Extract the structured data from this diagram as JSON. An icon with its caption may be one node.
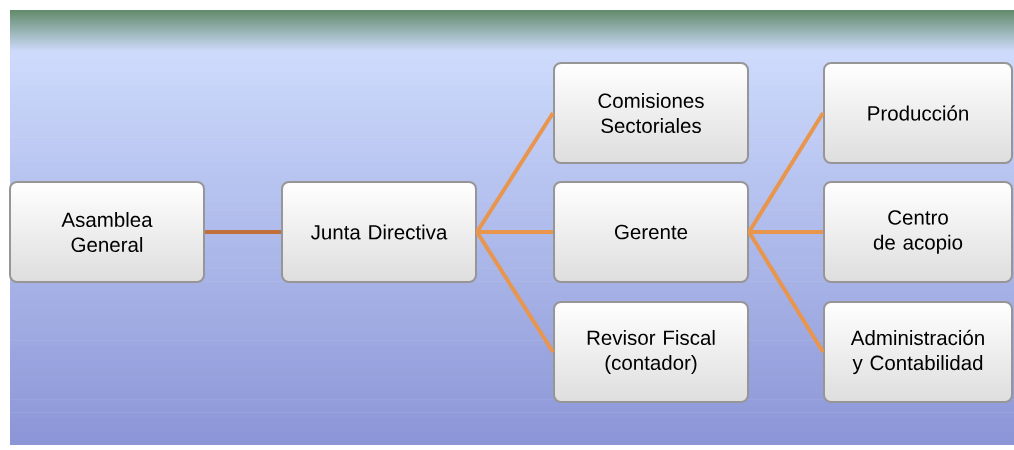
{
  "diagram": {
    "nodes": [
      {
        "text": [
          "Asamblea General"
        ]
      },
      {
        "text": [
          "Junta Directiva"
        ]
      },
      {
        "text": [
          "Comisiones Sectoriales"
        ]
      },
      {
        "text": [
          "Gerente"
        ]
      },
      {
        "text": [
          "Revisor Fiscal (contador)"
        ]
      },
      {
        "text": [
          "Producción"
        ]
      },
      {
        "text": [
          "Centro de acopio"
        ]
      },
      {
        "text": [
          "Administración y Contabilidad"
        ]
      }
    ],
    "edges": [
      {
        "from": 0,
        "to": 1,
        "arrow": "none",
        "color": "#c0703a"
      },
      {
        "from": 1,
        "to": 2,
        "arrow": "none"
      },
      {
        "from": 1,
        "to": 3,
        "arrow": "none"
      },
      {
        "from": 1,
        "to": 4,
        "arrow": "none"
      },
      {
        "from": 3,
        "to": 5,
        "arrow": "none"
      },
      {
        "from": 3,
        "to": 6,
        "arrow": "none"
      },
      {
        "from": 3,
        "to": 7,
        "arrow": "none"
      }
    ]
  }
}
